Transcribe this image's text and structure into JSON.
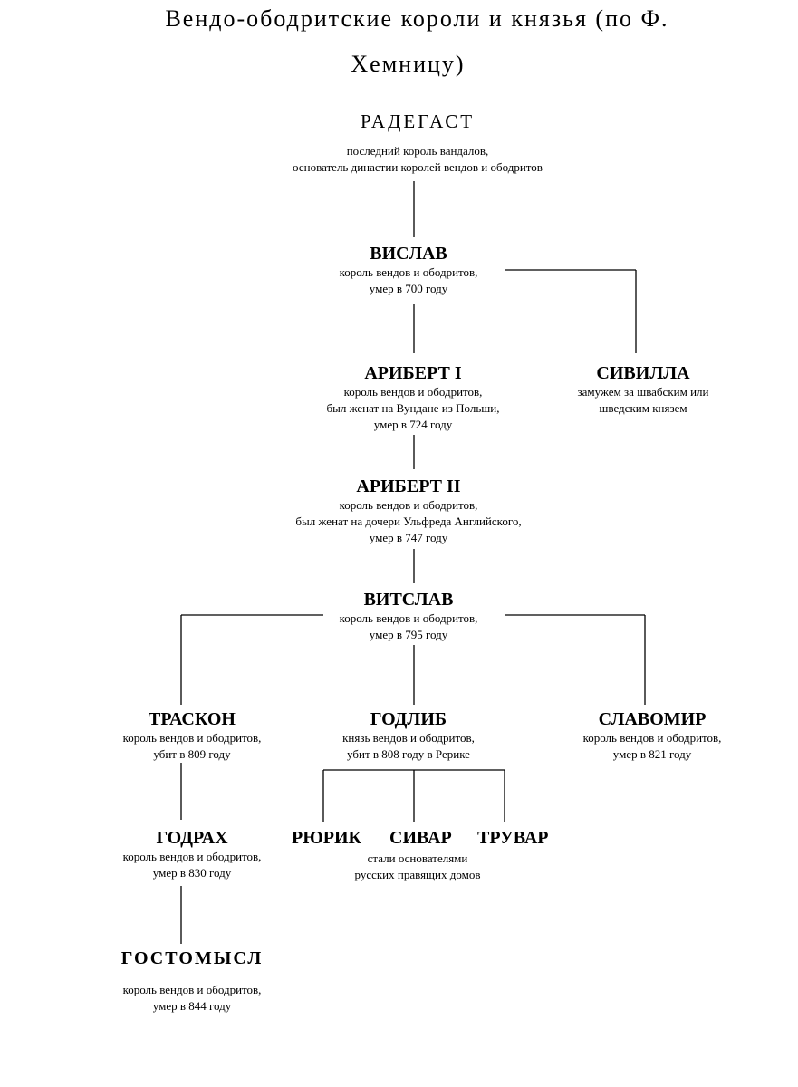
{
  "title": {
    "line1": "Вендо-ободритские короли и князья (по Ф.",
    "line2": "Хемницу)"
  },
  "persons": {
    "radegast": {
      "name": "РАДЕГАСТ",
      "desc": [
        "последний король вандалов,",
        "основатель династии королей вендов и ободритов"
      ]
    },
    "vislav": {
      "name": "ВИСЛАВ",
      "desc": [
        "король вендов и ободритов,",
        "умер в 700 году"
      ]
    },
    "aribert1": {
      "name": "АРИБЕРТ I",
      "desc": [
        "король вендов и ободритов,",
        "был женат на Вундане из Польши,",
        "умер в 724 году"
      ]
    },
    "sivilla": {
      "name": "СИВИЛЛА",
      "desc": [
        "замужем за швабским или",
        "шведским князем"
      ]
    },
    "aribert2": {
      "name": "АРИБЕРТ II",
      "desc": [
        "король вендов и ободритов,",
        "был женат на дочери Ульфреда Английского,",
        "умер в 747 году"
      ]
    },
    "vitslav": {
      "name": "ВИТСЛАВ",
      "desc": [
        "король вендов и ободритов,",
        "умер в 795 году"
      ]
    },
    "traskon": {
      "name": "ТРАСКОН",
      "desc": [
        "король вендов и ободритов,",
        "убит в 809 году"
      ]
    },
    "godlib": {
      "name": "ГОДЛИБ",
      "desc": [
        "князь вендов и ободритов,",
        "убит в 808 году в Рерике"
      ]
    },
    "slavomir": {
      "name": "СЛАВОМИР",
      "desc": [
        "король вендов и ободритов,",
        "умер в 821 году"
      ]
    },
    "godrah": {
      "name": "ГОДРАХ",
      "desc": [
        "король вендов и ободритов,",
        "умер в 830 году"
      ]
    },
    "rurik": {
      "name": "РЮРИК"
    },
    "sivar": {
      "name": "СИВАР"
    },
    "truvar": {
      "name": "ТРУВАР"
    },
    "brothers": {
      "desc": [
        "стали основателями",
        "русских правящих домов"
      ]
    },
    "gostomysl": {
      "name": "ГОСТОМЫСЛ",
      "desc": [
        "король вендов и ободритов,",
        "умер в 844 году"
      ]
    }
  }
}
